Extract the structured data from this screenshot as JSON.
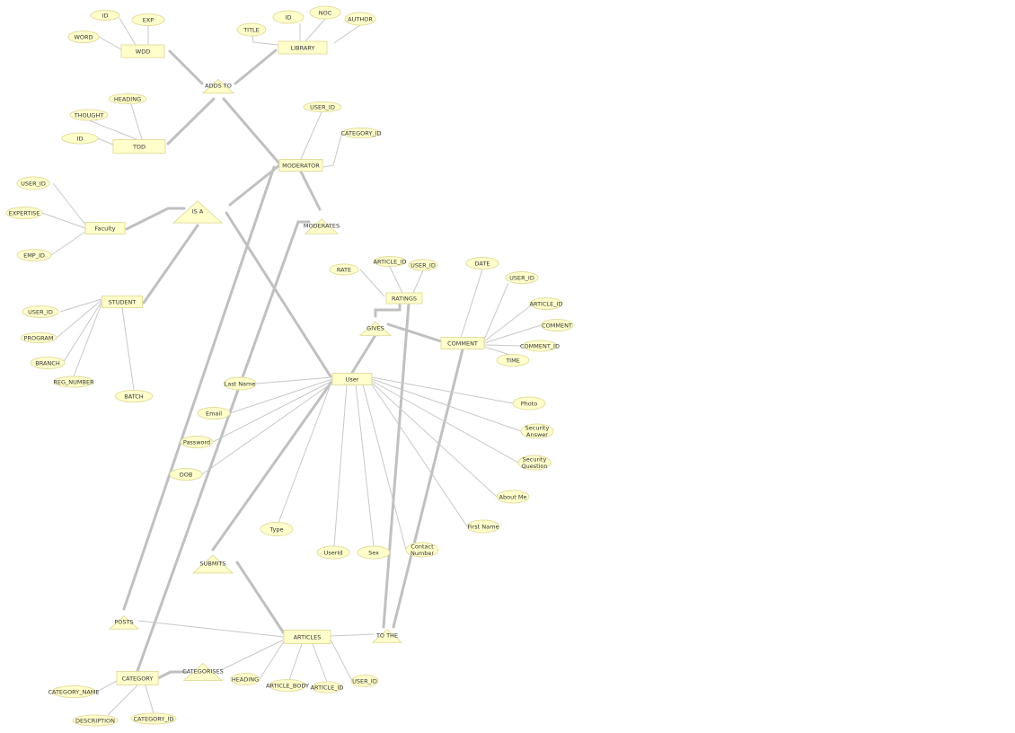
{
  "colors": {
    "shape_fill": "#ffffcc",
    "shape_stroke": "#e3dda0",
    "connector": "#c0c0c0",
    "text": "#333333"
  },
  "entities": [
    {
      "id": "wdd",
      "label": "WDD"
    },
    {
      "id": "library",
      "label": "LIBRARY"
    },
    {
      "id": "tdd",
      "label": "TDD"
    },
    {
      "id": "moderator",
      "label": "MODERATOR"
    },
    {
      "id": "faculty",
      "label": "Faculty"
    },
    {
      "id": "student",
      "label": "STUDENT"
    },
    {
      "id": "ratings",
      "label": "RATINGS"
    },
    {
      "id": "comment",
      "label": "COMMENT"
    },
    {
      "id": "user",
      "label": "User"
    },
    {
      "id": "articles",
      "label": "ARTICLES"
    },
    {
      "id": "category",
      "label": "CATEGORY"
    }
  ],
  "relationships": [
    {
      "id": "adds_to",
      "label": "ADDS TO"
    },
    {
      "id": "is_a",
      "label": "IS A"
    },
    {
      "id": "moderates",
      "label": "MODERATES"
    },
    {
      "id": "gives",
      "label": "GIVES"
    },
    {
      "id": "submits",
      "label": "SUBMITS"
    },
    {
      "id": "posts",
      "label": "POSTS"
    },
    {
      "id": "to_the",
      "label": "TO THE"
    },
    {
      "id": "categorises",
      "label": "CATEGORISES"
    }
  ],
  "attributes": [
    {
      "id": "wdd_id",
      "label": "ID",
      "of": "wdd"
    },
    {
      "id": "wdd_exp",
      "label": "EXP",
      "of": "wdd"
    },
    {
      "id": "wdd_word",
      "label": "WORD",
      "of": "wdd"
    },
    {
      "id": "lib_title",
      "label": "TITLE",
      "of": "library"
    },
    {
      "id": "lib_id",
      "label": "ID",
      "of": "library"
    },
    {
      "id": "lib_noc",
      "label": "NOC",
      "of": "library"
    },
    {
      "id": "lib_author",
      "label": "AUTHOR",
      "of": "library"
    },
    {
      "id": "tdd_heading",
      "label": "HEADING",
      "of": "tdd"
    },
    {
      "id": "tdd_thought",
      "label": "THOUGHT",
      "of": "tdd"
    },
    {
      "id": "tdd_id",
      "label": "ID",
      "of": "tdd"
    },
    {
      "id": "mod_user_id",
      "label": "USER_ID",
      "of": "moderator"
    },
    {
      "id": "mod_category_id",
      "label": "CATEGORY_ID",
      "of": "moderator"
    },
    {
      "id": "fac_user_id",
      "label": "USER_ID",
      "of": "faculty"
    },
    {
      "id": "fac_expertise",
      "label": "EXPERTISE",
      "of": "faculty"
    },
    {
      "id": "fac_emp_id",
      "label": "EMP_ID",
      "of": "faculty"
    },
    {
      "id": "stu_user_id",
      "label": "USER_ID",
      "of": "student"
    },
    {
      "id": "stu_program",
      "label": "PROGRAM",
      "of": "student"
    },
    {
      "id": "stu_branch",
      "label": "BRANCH",
      "of": "student"
    },
    {
      "id": "stu_reg_number",
      "label": "REG_NUMBER",
      "of": "student"
    },
    {
      "id": "stu_batch",
      "label": "BATCH",
      "of": "student"
    },
    {
      "id": "rat_rate",
      "label": "RATE",
      "of": "ratings"
    },
    {
      "id": "rat_article_id",
      "label": "ARTICLE_ID",
      "of": "ratings"
    },
    {
      "id": "rat_user_id",
      "label": "USER_ID",
      "of": "ratings"
    },
    {
      "id": "com_date",
      "label": "DATE",
      "of": "comment"
    },
    {
      "id": "com_user_id",
      "label": "USER_ID",
      "of": "comment"
    },
    {
      "id": "com_article_id",
      "label": "ARTICLE_ID",
      "of": "comment"
    },
    {
      "id": "com_comment",
      "label": "COMMENT",
      "of": "comment"
    },
    {
      "id": "com_comment_id",
      "label": "COMMENT_ID",
      "of": "comment"
    },
    {
      "id": "com_time",
      "label": "TIME",
      "of": "comment"
    },
    {
      "id": "usr_last_name",
      "label": "Last Name",
      "of": "user"
    },
    {
      "id": "usr_email",
      "label": "Email",
      "of": "user"
    },
    {
      "id": "usr_password",
      "label": "Password",
      "of": "user"
    },
    {
      "id": "usr_dob",
      "label": "DOB",
      "of": "user"
    },
    {
      "id": "usr_type",
      "label": "Type",
      "of": "user"
    },
    {
      "id": "usr_userid",
      "label": "UserId",
      "of": "user"
    },
    {
      "id": "usr_sex",
      "label": "Sex",
      "of": "user"
    },
    {
      "id": "usr_contact",
      "label": "Contact Number",
      "of": "user"
    },
    {
      "id": "usr_first_name",
      "label": "First Name",
      "of": "user"
    },
    {
      "id": "usr_about",
      "label": "About Me",
      "of": "user"
    },
    {
      "id": "usr_sec_q",
      "label": "Security Question",
      "of": "user"
    },
    {
      "id": "usr_sec_a",
      "label": "Security Answer",
      "of": "user"
    },
    {
      "id": "usr_photo",
      "label": "Photo",
      "of": "user"
    },
    {
      "id": "art_heading",
      "label": "HEADING",
      "of": "articles"
    },
    {
      "id": "art_body",
      "label": "ARTICLE_BODY",
      "of": "articles"
    },
    {
      "id": "art_article_id",
      "label": "ARTICLE_ID",
      "of": "articles"
    },
    {
      "id": "art_user_id",
      "label": "USER_ID",
      "of": "articles"
    },
    {
      "id": "cat_name",
      "label": "CATEGORY_NAME",
      "of": "category"
    },
    {
      "id": "cat_desc",
      "label": "DESCRIPTION",
      "of": "category"
    },
    {
      "id": "cat_id",
      "label": "CATEGORY_ID",
      "of": "category"
    }
  ],
  "links": [
    {
      "from": "wdd",
      "to": "adds_to"
    },
    {
      "from": "library",
      "to": "adds_to"
    },
    {
      "from": "tdd",
      "to": "adds_to"
    },
    {
      "from": "moderator",
      "to": "adds_to"
    },
    {
      "from": "faculty",
      "to": "is_a"
    },
    {
      "from": "student",
      "to": "is_a"
    },
    {
      "from": "moderator",
      "to": "is_a"
    },
    {
      "from": "user",
      "to": "is_a"
    },
    {
      "from": "moderator",
      "to": "moderates"
    },
    {
      "from": "category",
      "to": "moderates"
    },
    {
      "from": "moderator",
      "to": "posts"
    },
    {
      "from": "articles",
      "to": "posts"
    },
    {
      "from": "user",
      "to": "gives"
    },
    {
      "from": "ratings",
      "to": "gives"
    },
    {
      "from": "comment",
      "to": "gives"
    },
    {
      "from": "ratings",
      "to": "to_the"
    },
    {
      "from": "comment",
      "to": "to_the"
    },
    {
      "from": "articles",
      "to": "to_the"
    },
    {
      "from": "user",
      "to": "submits"
    },
    {
      "from": "articles",
      "to": "submits"
    },
    {
      "from": "category",
      "to": "categorises"
    },
    {
      "from": "articles",
      "to": "categorises"
    }
  ]
}
